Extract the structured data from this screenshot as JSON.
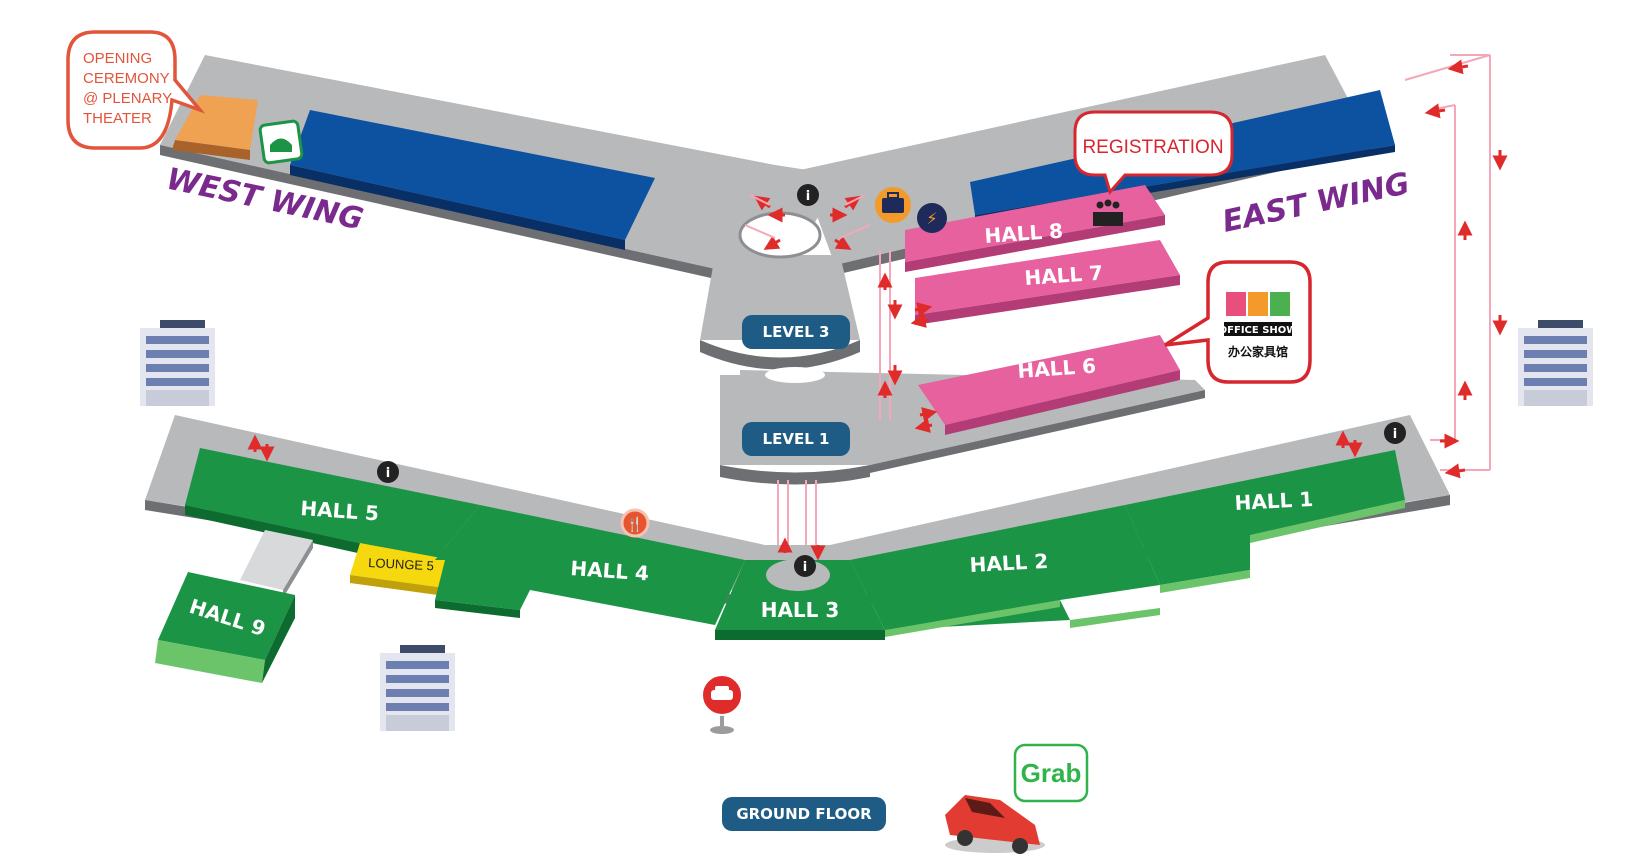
{
  "wings": {
    "west": "WEST WING",
    "east": "EAST WING"
  },
  "callouts": {
    "opening": [
      "OPENING",
      "CEREMONY",
      "@ PLENARY",
      "THEATER"
    ],
    "registration": "REGISTRATION"
  },
  "halls": {
    "h1": "HALL 1",
    "h2": "HALL 2",
    "h3": "HALL 3",
    "h4": "HALL 4",
    "h5": "HALL 5",
    "h6": "HALL 6",
    "h7": "HALL 7",
    "h8": "HALL 8",
    "h9": "HALL 9"
  },
  "lounge": "LOUNGE 5",
  "levels": {
    "l3": "LEVEL 3",
    "l1": "LEVEL 1",
    "ground": "GROUND FLOOR"
  },
  "efe": {
    "line1": "OFFICE SHOW",
    "line2": "办公家具馆"
  },
  "grab": "Grab",
  "colors": {
    "pink": "#e8619f",
    "green": "#1b9445",
    "blue": "#0d52a0",
    "floor": "#b8b9bb",
    "purple": "#7a2a8c",
    "red": "#e02b2b",
    "orange": "#e87f3c"
  }
}
